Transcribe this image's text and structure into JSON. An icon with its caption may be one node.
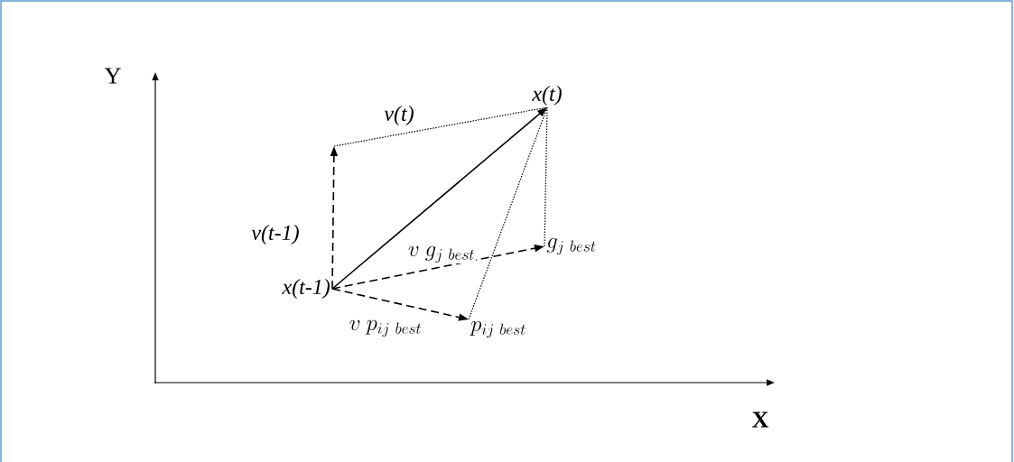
{
  "diagram": {
    "nodes": [
      {
        "text": [
          "x(t-1)"
        ]
      },
      {
        "text": [
          "x(t)"
        ]
      },
      {
        "text": [
          "p_{ij\\ best}"
        ]
      },
      {
        "text": [
          "g_{j\\ best}"
        ]
      }
    ],
    "edges": [
      {
        "from": 0,
        "to": 1,
        "arrow": "to"
      },
      {
        "from": 0,
        "to": null,
        "arrow": "to",
        "style": "dashed",
        "label": "v(t-1)"
      },
      {
        "from": null,
        "to": 1,
        "arrow": "none",
        "style": "dashed",
        "label": "v(t)"
      },
      {
        "from": 0,
        "to": 3,
        "arrow": "to",
        "style": "dashed",
        "label": "v\\ g_{j\\ best}"
      },
      {
        "from": 0,
        "to": 2,
        "arrow": "to",
        "style": "dashed",
        "label": "v\\ p_{ij\\ best}"
      },
      {
        "from": 3,
        "to": 1,
        "arrow": "none",
        "style": "dashed"
      },
      {
        "from": 2,
        "to": 1,
        "arrow": "none",
        "style": "dashed"
      }
    ],
    "labels": [
      "Y",
      "X"
    ]
  }
}
